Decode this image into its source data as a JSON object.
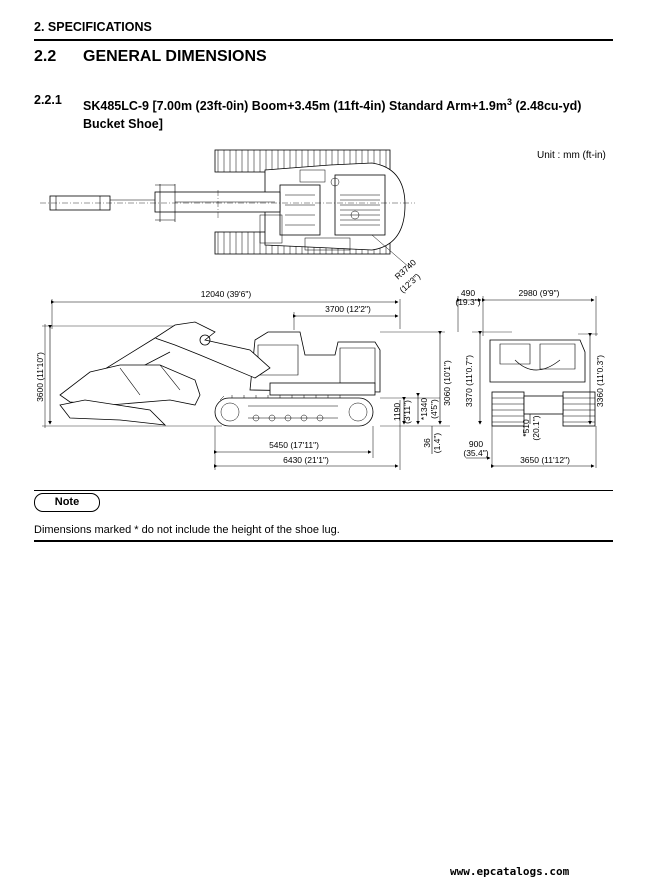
{
  "header": {
    "section": "2. SPECIFICATIONS"
  },
  "heading": {
    "number": "2.2",
    "title": "GENERAL DIMENSIONS"
  },
  "subheading": {
    "number": "2.2.1",
    "text_main": "SK485LC-9 [7.00m (23ft-0in) Boom+3.45m (11ft-4in) Standard Arm+1.9m",
    "text_sup": "3",
    "text_tail": " (2.48cu-yd) Bucket Shoe]"
  },
  "drawing": {
    "unit_label": "Unit : mm (ft-in)",
    "top_view": {
      "radius_mm": "R3740",
      "radius_ft": "(12'3\")"
    },
    "side_view": {
      "overall_length": "12040 (39'6\")",
      "rear_length": "3700 (12'2\")",
      "height_boom": "3600 (11'10\")",
      "height_cab": "3060 (10'1\")",
      "clearance_1": "1190",
      "clearance_1_ft": "(3'11\")",
      "clearance_2": "*1340",
      "clearance_2_ft": "(4'5\")",
      "lug": "36",
      "lug_ft": "(1.4\")",
      "tumbler_distance": "5450 (17'11\")",
      "crawler_length": "6430 (21'1\")"
    },
    "rear_view": {
      "rear_overhang": "490",
      "rear_overhang_ft": "(19.3\")",
      "upper_width": "2980 (9'9\")",
      "height_left": "3370 (11'0.7\")",
      "height_right": "3360 (11'0.3\")",
      "ground_clearance": "*510",
      "ground_clearance_ft": "(20.1\")",
      "shoe_width": "900",
      "shoe_width_ft": "(35.4\")",
      "overall_width": "3650 (11'12\")"
    }
  },
  "note": {
    "badge": "Note",
    "text": "Dimensions marked * do not include the height of the shoe lug."
  },
  "footer": {
    "url": "www.epcatalogs.com"
  }
}
